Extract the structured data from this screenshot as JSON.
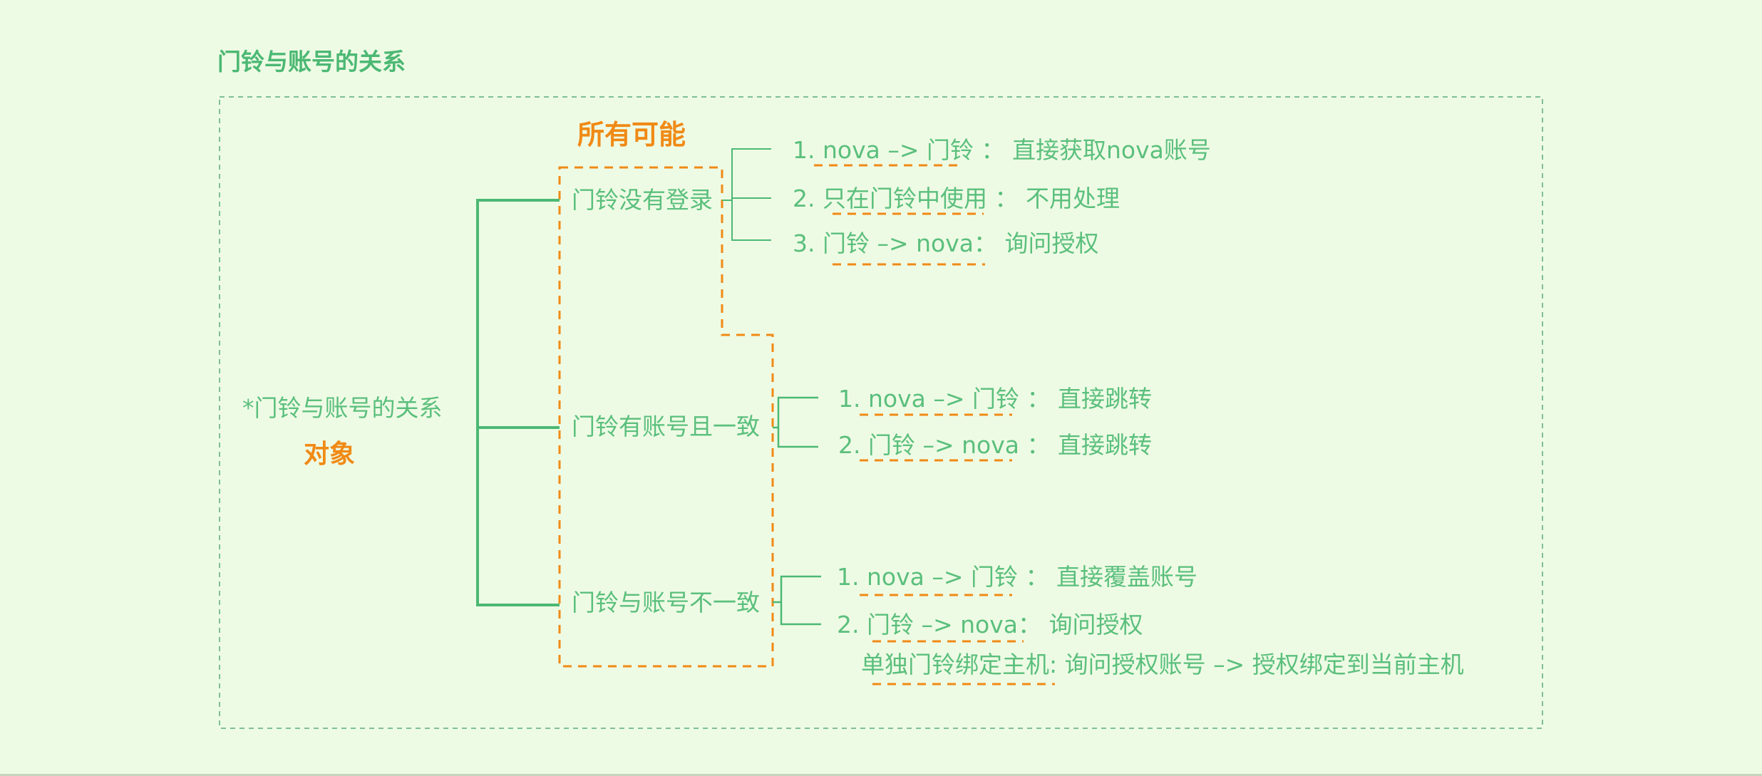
{
  "title": "门铃与账号的关系",
  "root": {
    "label": "*门铃与账号的关系",
    "tag": "对象"
  },
  "group_label": "所有可能",
  "categories": [
    {
      "label": "门铃没有登录",
      "items": [
        {
          "num": "1.",
          "text": "nova –> 门铃 ：",
          "action": "直接获取nova账号"
        },
        {
          "num": "2.",
          "text": "只在门铃中使用 ：",
          "action": "不用处理"
        },
        {
          "num": "3.",
          "text": "门铃 –> nova：",
          "action": "询问授权"
        }
      ]
    },
    {
      "label": "门铃有账号且一致",
      "items": [
        {
          "num": "1.",
          "text": "nova –> 门铃 ：",
          "action": "直接跳转"
        },
        {
          "num": "2.",
          "text": "门铃 –> nova ：",
          "action": "直接跳转"
        }
      ]
    },
    {
      "label": "门铃与账号不一致",
      "items": [
        {
          "num": "1.",
          "text": "nova –> 门铃 ：",
          "action": "直接覆盖账号"
        },
        {
          "num": "2.",
          "text": "门铃 –> nova：",
          "action": "询问授权"
        }
      ],
      "note": "单独门铃绑定主机: 询问授权账号 –> 授权绑定到当前主机"
    }
  ],
  "colors": {
    "background": "#eefbe4",
    "line": "#4cb874",
    "text": "#5bbf7d",
    "accent": "#f08a16",
    "frame": "#7fbf96"
  }
}
